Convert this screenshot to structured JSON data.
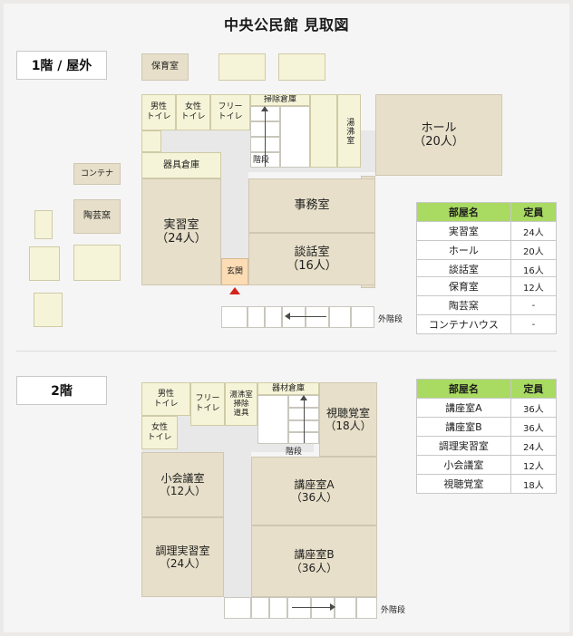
{
  "page": {
    "title": "中央公民館 見取図",
    "background_color": "#f5f5f5"
  },
  "colors": {
    "room_beige": "#e7dfc9",
    "room_pale_yellow": "#f6f4d8",
    "corridor_gray": "#e8e8e8",
    "entrance_orange": "#fcdcb4",
    "table_header_green": "#a9da62",
    "entrance_marker_red": "#d4241b"
  },
  "floor1": {
    "tag": "1階 / 屋外",
    "outdoor": {
      "nursery_label": "保育室",
      "container_label": "コンテナ",
      "kiln_label": "陶芸窯"
    },
    "rooms": {
      "mens_toilet": {
        "line1": "男性",
        "line2": "トイレ"
      },
      "womens_toilet": {
        "line1": "女性",
        "line2": "トイレ"
      },
      "free_toilet": {
        "line1": "フリー",
        "line2": "トイレ"
      },
      "cleaning_storage": "掃除倉庫",
      "boiler_room": "湯沸室",
      "stairs": "階段",
      "equipment_storage": "器具倉庫",
      "practice_room": {
        "name": "実習室",
        "capacity": "（24人）"
      },
      "hall": {
        "name": "ホール",
        "capacity": "（20人）"
      },
      "office": {
        "name": "事務室",
        "capacity": ""
      },
      "lounge": {
        "name": "談話室",
        "capacity": "（16人）"
      },
      "entrance": "玄関",
      "outside_stairs": "外階段"
    },
    "table_main": {
      "headers": [
        "部屋名",
        "定員"
      ],
      "rows": [
        {
          "name": "実習室",
          "capacity": "24人"
        },
        {
          "name": "ホール",
          "capacity": "20人"
        },
        {
          "name": "談話室",
          "capacity": "16人"
        }
      ]
    },
    "table_outdoor": {
      "rows": [
        {
          "name": "保育室",
          "capacity": "12人"
        },
        {
          "name": "陶芸窯",
          "capacity": "-"
        },
        {
          "name": "コンテナハウス",
          "capacity": "-"
        }
      ]
    }
  },
  "floor2": {
    "tag": "2階",
    "rooms": {
      "mens_toilet": {
        "line1": "男性",
        "line2": "トイレ"
      },
      "womens_toilet": {
        "line1": "女性",
        "line2": "トイレ"
      },
      "free_toilet": {
        "line1": "フリー",
        "line2": "トイレ"
      },
      "boiler_cleaning": {
        "line1": "湯沸室",
        "line2": "掃除",
        "line3": "道具"
      },
      "material_storage": "器材倉庫",
      "stairs": "階段",
      "av_room": {
        "name": "視聴覚室",
        "capacity": "（18人）"
      },
      "small_meeting_room": {
        "name": "小会議室",
        "capacity": "（12人）"
      },
      "cooking_practice_room": {
        "name": "調理実習室",
        "capacity": "（24人）"
      },
      "lecture_room_a": {
        "name": "講座室A",
        "capacity": "（36人）"
      },
      "lecture_room_b": {
        "name": "講座室B",
        "capacity": "（36人）"
      },
      "outside_stairs": "外階段"
    },
    "table_main": {
      "headers": [
        "部屋名",
        "定員"
      ],
      "rows": [
        {
          "name": "講座室A",
          "capacity": "36人"
        },
        {
          "name": "講座室B",
          "capacity": "36人"
        },
        {
          "name": "調理実習室",
          "capacity": "24人"
        },
        {
          "name": "小会議室",
          "capacity": "12人"
        },
        {
          "name": "視聴覚室",
          "capacity": "18人"
        }
      ]
    }
  }
}
